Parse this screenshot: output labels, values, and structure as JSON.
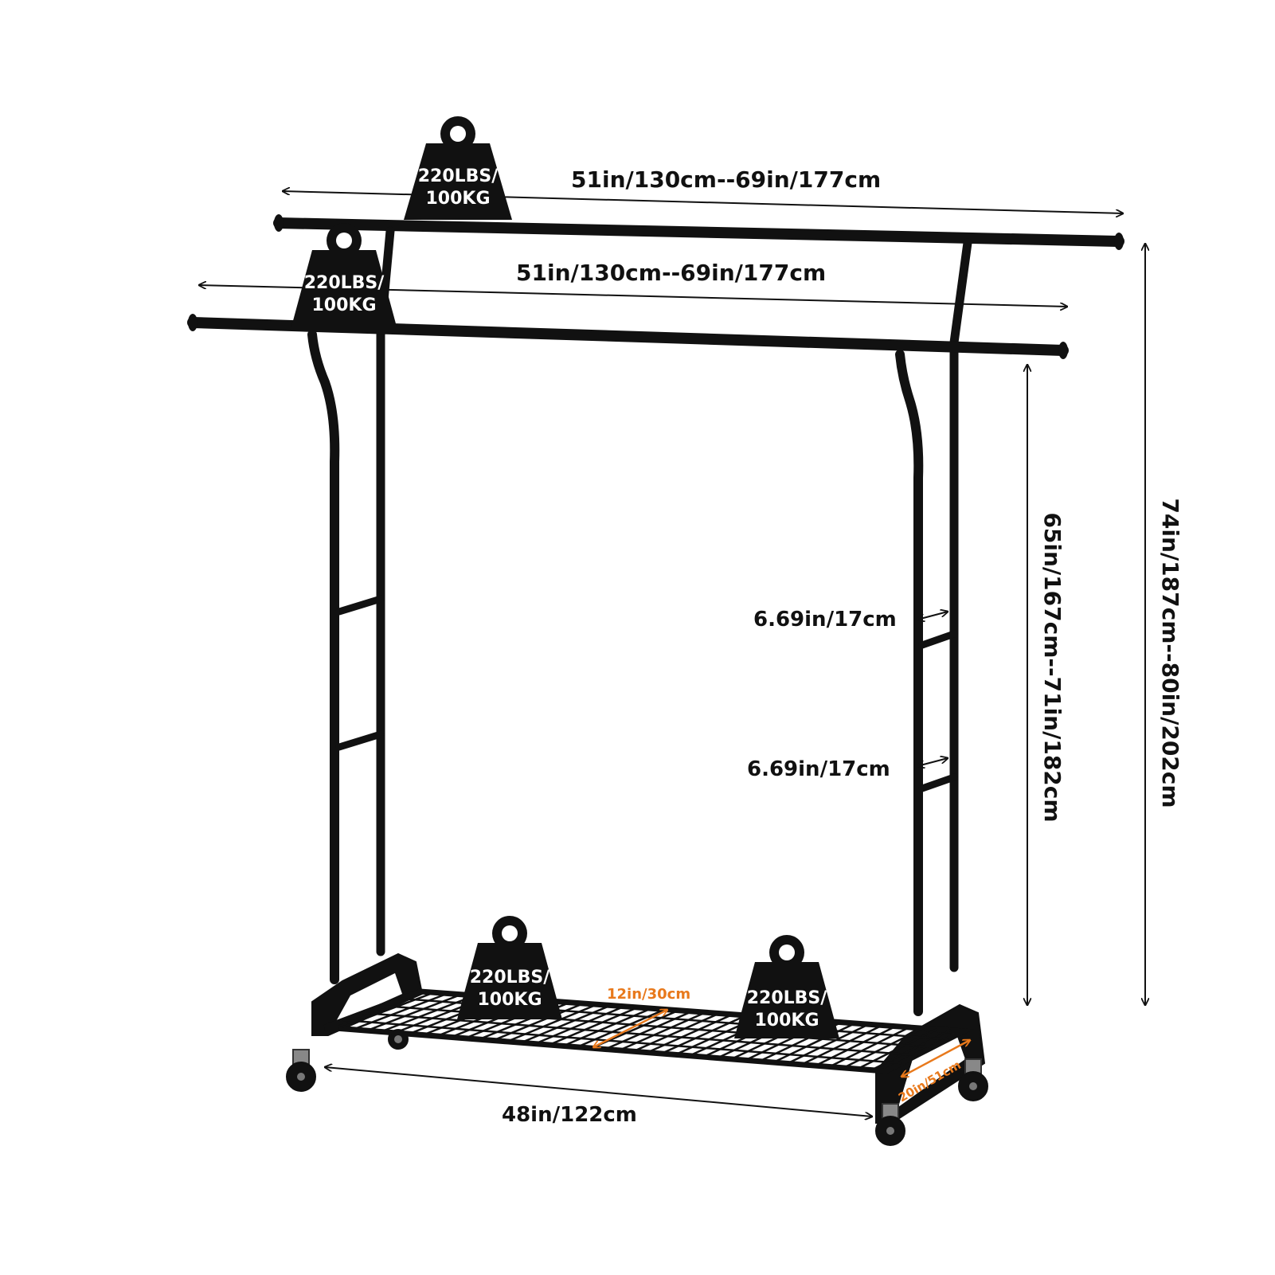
{
  "colors": {
    "frame": "#111111",
    "accent": "#e8791c",
    "background": "#ffffff"
  },
  "icons": {
    "weight": "weight-icon",
    "arrow": "double-arrow-icon",
    "caster": "caster-wheel-icon"
  },
  "weights": {
    "top_rail": "220LBS/ 100KG",
    "front_rail": "220LBS/ 100KG",
    "shelf_left": "220LBS/ 100KG",
    "shelf_right": "220LBS/ 100KG",
    "line1": "220LBS/",
    "line2": "100KG"
  },
  "dimensions": {
    "rear_rail_width": "51in/130cm--69in/177cm",
    "front_rail_width": "51in/130cm--69in/177cm",
    "front_height": "65in/167cm--71in/182cm",
    "total_height": "74in/187cm--80in/202cm",
    "rung_gap_upper": "6.69in/17cm",
    "rung_gap_lower": "6.69in/17cm",
    "base_length": "48in/122cm",
    "shelf_depth": "12in/30cm",
    "base_depth": "20in/51cm"
  }
}
